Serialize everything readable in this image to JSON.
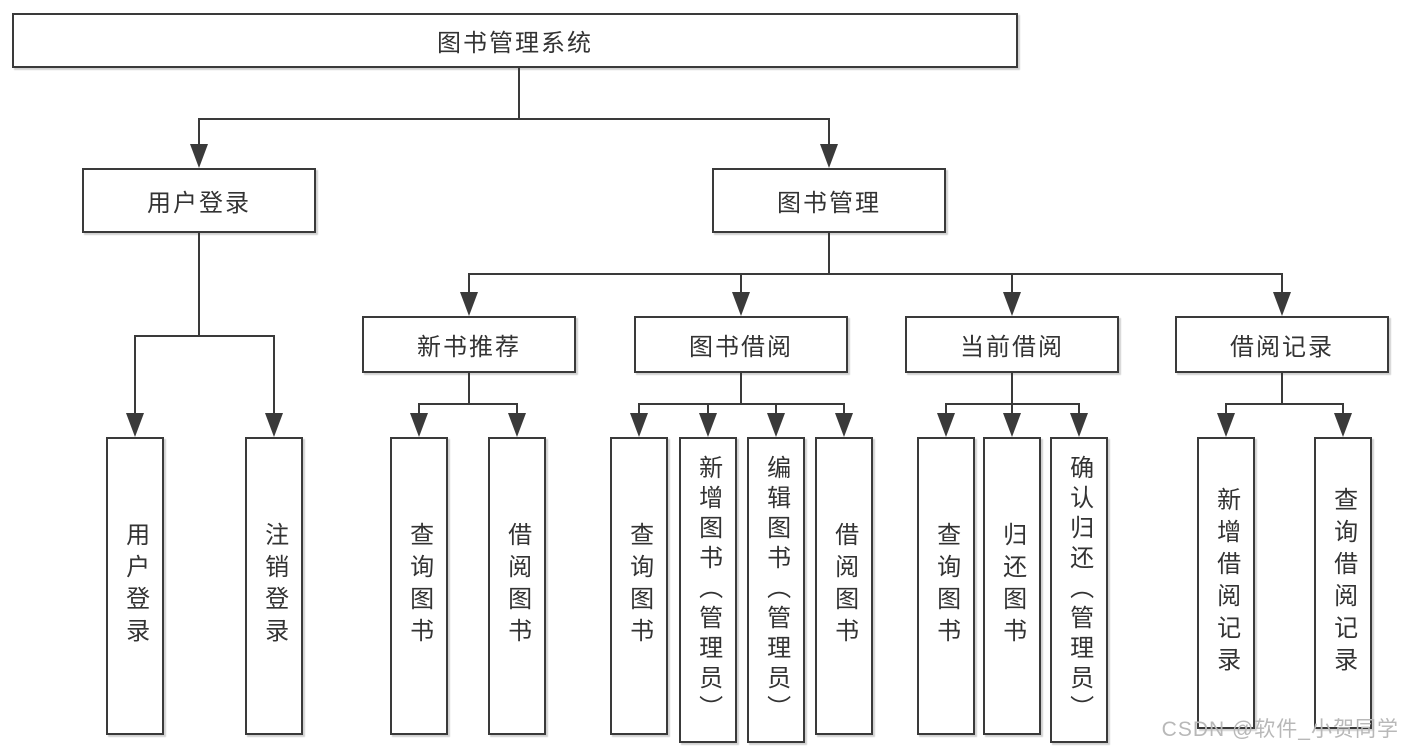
{
  "diagram": {
    "type": "hierarchy-tree",
    "nodes": {
      "root": "图书管理系统",
      "user_login": "用户登录",
      "book_mgmt": "图书管理",
      "new_book_rec": "新书推荐",
      "book_borrow": "图书借阅",
      "current_borrow": "当前借阅",
      "borrow_record": "借阅记录",
      "ul_user_login": "用户登录",
      "ul_logout": "注销登录",
      "nb_query_book": "查询图书",
      "nb_borrow_book": "借阅图书",
      "bb_query_book": "查询图书",
      "bb_add_book": "新增图书（管理员）",
      "bb_edit_book": "编辑图书（管理员）",
      "bb_borrow_book": "借阅图书",
      "cb_query_book": "查询图书",
      "cb_return_book": "归还图书",
      "cb_confirm_return": "确认归还（管理员）",
      "br_add_record": "新增借阅记录",
      "br_query_record": "查询借阅记录"
    },
    "edges": [
      [
        "图书管理系统",
        "用户登录"
      ],
      [
        "图书管理系统",
        "图书管理"
      ],
      [
        "用户登录",
        "用户登录"
      ],
      [
        "用户登录",
        "注销登录"
      ],
      [
        "图书管理",
        "新书推荐"
      ],
      [
        "图书管理",
        "图书借阅"
      ],
      [
        "图书管理",
        "当前借阅"
      ],
      [
        "图书管理",
        "借阅记录"
      ],
      [
        "新书推荐",
        "查询图书"
      ],
      [
        "新书推荐",
        "借阅图书"
      ],
      [
        "图书借阅",
        "查询图书"
      ],
      [
        "图书借阅",
        "新增图书（管理员）"
      ],
      [
        "图书借阅",
        "编辑图书（管理员）"
      ],
      [
        "图书借阅",
        "借阅图书"
      ],
      [
        "当前借阅",
        "查询图书"
      ],
      [
        "当前借阅",
        "归还图书"
      ],
      [
        "当前借阅",
        "确认归还（管理员）"
      ],
      [
        "借阅记录",
        "新增借阅记录"
      ],
      [
        "借阅记录",
        "查询借阅记录"
      ]
    ],
    "colors": {
      "line": "#3a3a3a",
      "box_border": "#3a3a3a",
      "box_background": "#ffffff",
      "text": "#333333",
      "watermark": "#b8b8b8",
      "page_background": "#ffffff"
    }
  },
  "watermark": "CSDN @软件_小贺同学"
}
